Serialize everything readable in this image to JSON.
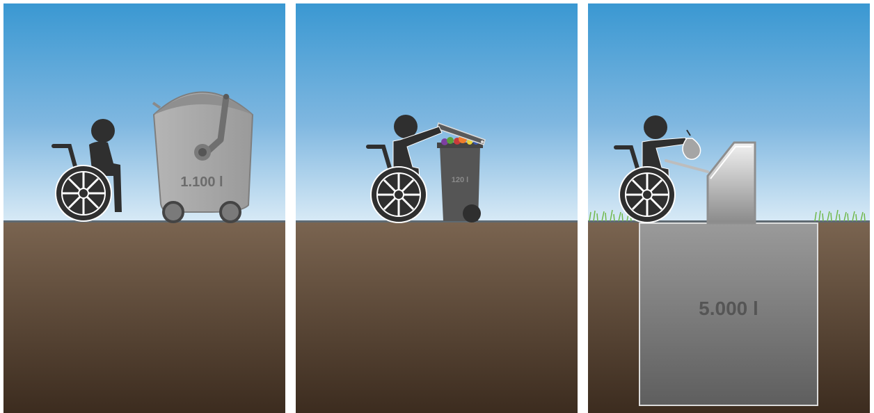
{
  "panels": [
    {
      "id": "large-wheeled-container",
      "volume_label": "1.100 l"
    },
    {
      "id": "wheelie-bin",
      "volume_label": "120 l"
    },
    {
      "id": "underground-container",
      "volume_label": "5.000 l"
    }
  ],
  "colors": {
    "sky_top": "#3a98d2",
    "sky_bottom": "#d6e9f5",
    "soil_top": "#7a6450",
    "soil_bottom": "#3e2e20",
    "figure": "#2f2f2f",
    "container_light": "#a9a9a9",
    "container_dark": "#555555",
    "grass": "#6fb84a"
  }
}
